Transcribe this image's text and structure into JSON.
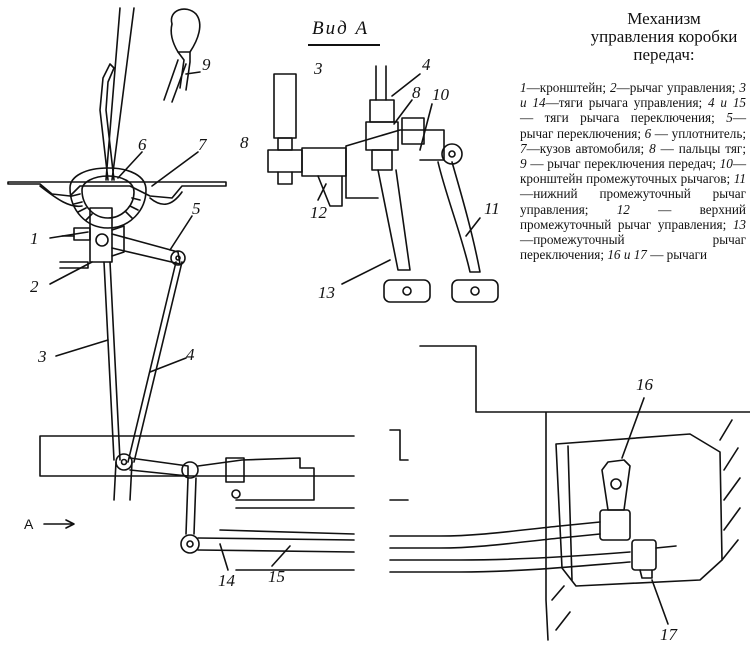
{
  "title": "Механизм управления коробки передач:",
  "view_label": "Вид А",
  "arrow_label": "A",
  "legend": [
    {
      "num": "1",
      "text": "—кронштейн; "
    },
    {
      "num": "2",
      "text": "—рычаг управления; "
    },
    {
      "num": "3 и 14",
      "text": "—тяги рычага управления; "
    },
    {
      "num": "4 и 15",
      "text": " — тяги рычага переключения; "
    },
    {
      "num": "5",
      "text": "—рычаг переключения; "
    },
    {
      "num": "6",
      "text": " — уплотнитель; "
    },
    {
      "num": "7",
      "text": "—кузов автомобиля; "
    },
    {
      "num": "8",
      "text": " — пальцы тяг; "
    },
    {
      "num": "9",
      "text": " — рычаг переключения передач; "
    },
    {
      "num": "10",
      "text": "—кронштейн промежуточных рычагов; "
    },
    {
      "num": "11",
      "text": "—нижний промежуточный рычаг управления; "
    },
    {
      "num": "12",
      "text": " — верхний промежуточный рычаг управления; "
    },
    {
      "num": "13",
      "text": "—промежуточный рычаг переключения; "
    },
    {
      "num": "16 и 17",
      "text": " — рычаги"
    }
  ],
  "callouts": {
    "c1": "1",
    "c2": "2",
    "c3": "3",
    "c4": "4",
    "c5": "5",
    "c6": "6",
    "c7": "7",
    "c9": "9",
    "c14": "14",
    "c15": "15",
    "v3": "3",
    "v4": "4",
    "v8a": "8",
    "v8b": "8",
    "v10": "10",
    "v11": "11",
    "v12": "12",
    "v13": "13",
    "c16": "16",
    "c17": "17"
  }
}
